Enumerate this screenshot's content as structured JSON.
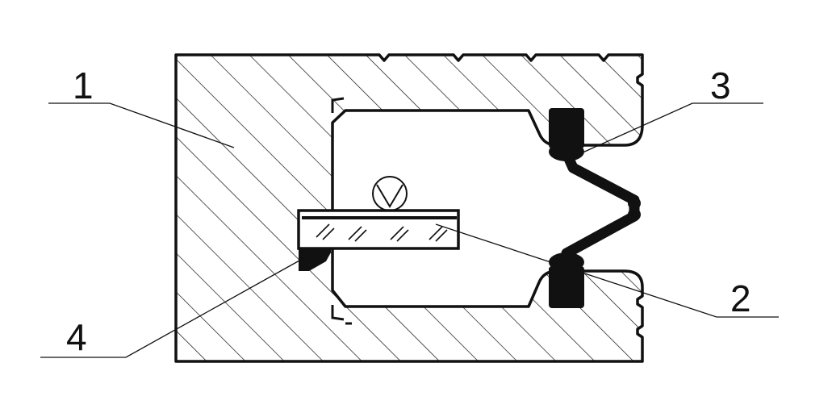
{
  "labels": {
    "housing": "1",
    "glass_pane": "2",
    "seal_profile": "3",
    "setting_block": "4"
  },
  "colors": {
    "ink": "#111111",
    "paper": "#ffffff"
  }
}
